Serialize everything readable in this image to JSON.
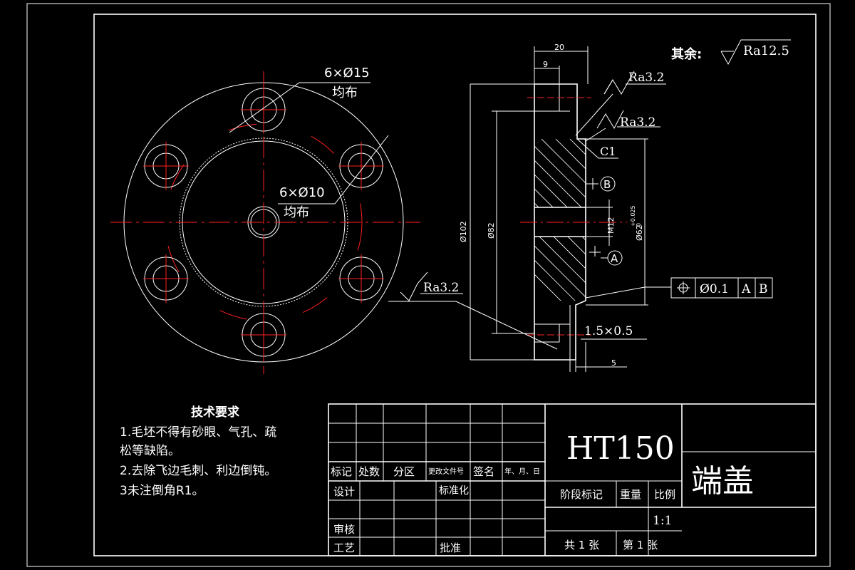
{
  "front_view": {
    "hole_label_large": "6×Ø15",
    "hole_label_large_note": "均布",
    "hole_label_small": "6×Ø10",
    "hole_label_small_note": "均布"
  },
  "section_view": {
    "dim_top_total": "20",
    "dim_top_inner": "9",
    "dim_od": "Ø102",
    "dim_bolt_circle": "Ø82",
    "dim_thread": "M12",
    "dim_spigot": "Ø62",
    "dim_spigot_tol": "+0.025",
    "dim_spigot_tol_low": "0",
    "dim_right": "5",
    "chamfer_c1": "C1",
    "groove": "1.5×0.5",
    "datum_a": "A",
    "datum_b": "B",
    "rough_1": "Ra3.2",
    "rough_2": "Ra3.2",
    "rough_3": "Ra3.2",
    "rest_label": "其余:",
    "rest_rough": "Ra12.5",
    "tol_value": "Ø0.1",
    "tol_ref_a": "A",
    "tol_ref_b": "B"
  },
  "tech_req": {
    "title": "技术要求",
    "lines": [
      "1.毛坯不得有砂眼、气孔、疏",
      "松等缺陷。",
      "2.去除飞边毛刺、利边倒钝。",
      "3未注倒角R1。"
    ]
  },
  "title_block": {
    "material": "HT150",
    "part_name": "端盖",
    "headers": [
      "标记",
      "处数",
      "分区",
      "更改文件号",
      "签名",
      "年、月、日"
    ],
    "design": "设计",
    "standard": "标准化",
    "review": "审核",
    "process": "工艺",
    "approve": "批准",
    "stage": "阶段标记",
    "weight": "重量",
    "scale_label": "比例",
    "scale": "1:1",
    "sheets_total": "共 1 张",
    "sheet_no": "第 1 张"
  }
}
